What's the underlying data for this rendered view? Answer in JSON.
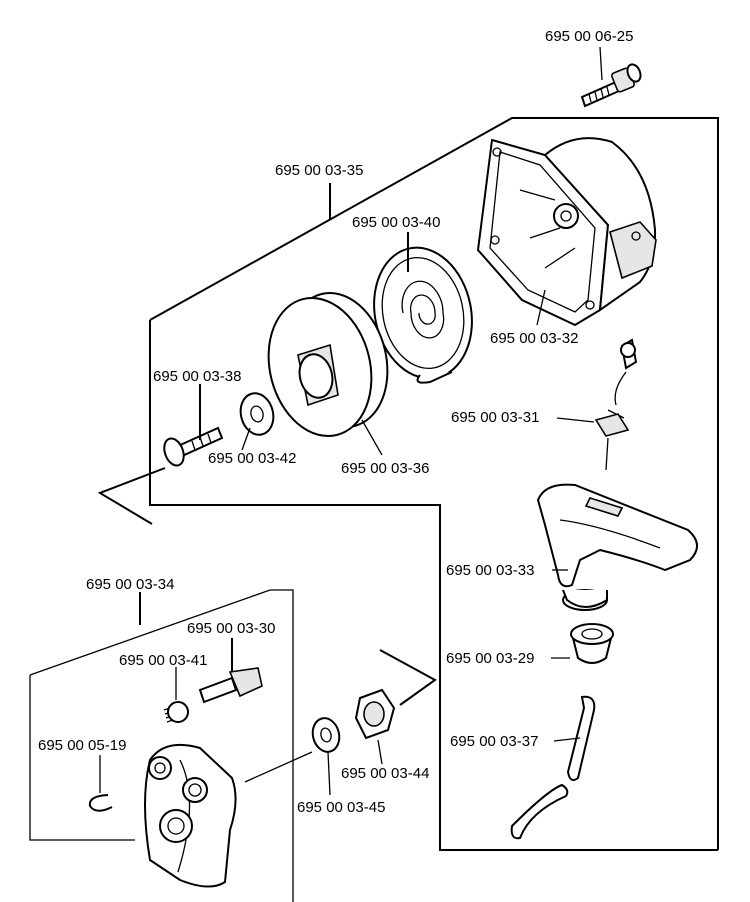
{
  "parts": [
    {
      "id": "p_0625",
      "label": "695 00 06-25"
    },
    {
      "id": "p_0335",
      "label": "695 00 03-35"
    },
    {
      "id": "p_0340",
      "label": "695 00 03-40"
    },
    {
      "id": "p_0332",
      "label": "695 00 03-32"
    },
    {
      "id": "p_0338",
      "label": "695 00 03-38"
    },
    {
      "id": "p_0342",
      "label": "695 00 03-42"
    },
    {
      "id": "p_0336",
      "label": "695 00 03-36"
    },
    {
      "id": "p_0331",
      "label": "695 00 03-31"
    },
    {
      "id": "p_0333",
      "label": "695 00 03-33"
    },
    {
      "id": "p_0334",
      "label": "695 00 03-34"
    },
    {
      "id": "p_0330",
      "label": "695 00 03-30"
    },
    {
      "id": "p_0341",
      "label": "695 00 03-41"
    },
    {
      "id": "p_0329",
      "label": "695 00 03-29"
    },
    {
      "id": "p_0519",
      "label": "695 00 05-19"
    },
    {
      "id": "p_0337",
      "label": "695 00 03-37"
    },
    {
      "id": "p_0344",
      "label": "695 00 03-44"
    },
    {
      "id": "p_0345",
      "label": "695 00 03-45"
    }
  ]
}
